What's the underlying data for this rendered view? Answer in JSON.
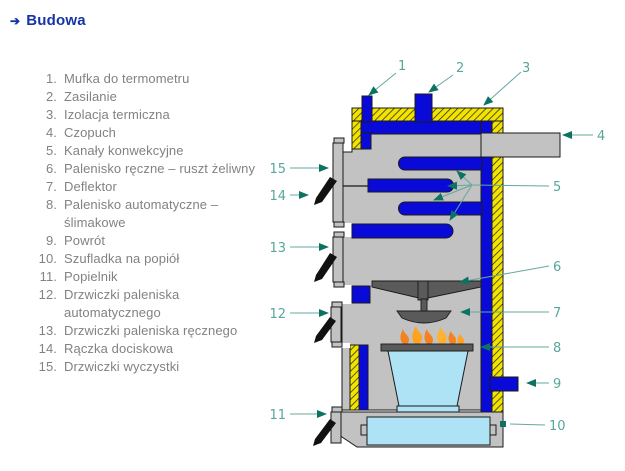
{
  "header": {
    "bullet_icon": "➔",
    "title": "Budowa"
  },
  "parts": [
    {
      "num": "1.",
      "label": "Mufka do termometru"
    },
    {
      "num": "2.",
      "label": "Zasilanie"
    },
    {
      "num": "3.",
      "label": "Izolacja termiczna"
    },
    {
      "num": "4.",
      "label": "Czopuch"
    },
    {
      "num": "5.",
      "label": "Kanały konwekcyjne"
    },
    {
      "num": "6.",
      "label": "Palenisko ręczne – ruszt żeliwny"
    },
    {
      "num": "7.",
      "label": "Deflektor"
    },
    {
      "num": "8.",
      "label": "Palenisko automatyczne – ślimakowe"
    },
    {
      "num": "9.",
      "label": "Powrót"
    },
    {
      "num": "10.",
      "label": "Szufladka na popiół"
    },
    {
      "num": "11.",
      "label": "Popielnik"
    },
    {
      "num": "12.",
      "label": "Drzwiczki paleniska automatycznego"
    },
    {
      "num": "13.",
      "label": "Drzwiczki paleniska ręcznego"
    },
    {
      "num": "14.",
      "label": "Rączka dociskowa"
    },
    {
      "num": "15.",
      "label": "Drzwiczki wyczystki"
    }
  ],
  "diagram": {
    "callouts": [
      "1",
      "2",
      "3",
      "4",
      "5",
      "6",
      "7",
      "8",
      "9",
      "10",
      "11",
      "12",
      "13",
      "14",
      "15"
    ],
    "colors": {
      "insulation_yellow": "#f2e400",
      "water_blue": "#0a0ad8",
      "body_gray": "#c2c2c2",
      "dark_metal": "#5a5a5a",
      "light_cyan": "#ade3f5",
      "flame_orange": "#f58220",
      "callout_teal": "#57a79c",
      "arrowhead_teal": "#0c7263",
      "title_blue": "#1535a6",
      "list_gray": "#828282"
    }
  }
}
